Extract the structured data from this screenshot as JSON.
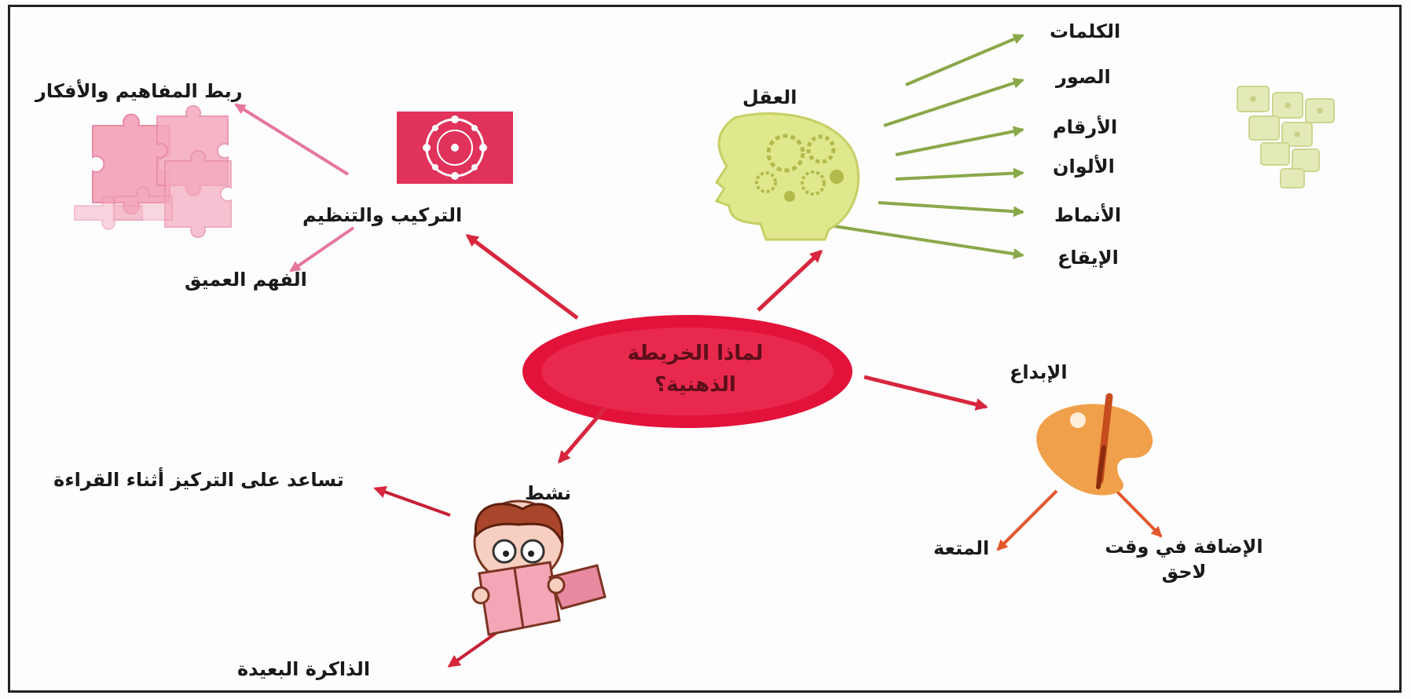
{
  "center": {
    "text": "لماذا الخريطة الذهنية؟"
  },
  "branches": {
    "mind": {
      "label": "العقل",
      "items": [
        "الكلمات",
        "الصور",
        "الأرقام",
        "الألوان",
        "الأنماط",
        "الإيقاع"
      ]
    },
    "synthesis": {
      "label": "التركيب والتنظيم",
      "link": "ربط المفاهيم والأفكار",
      "deep": "الفهم العميق"
    },
    "creativity": {
      "label": "الإبداع",
      "fun": "المتعة",
      "later": "الإضافة في وقت لاحق"
    },
    "active": {
      "label": "نشط",
      "focus": "تساعد على التركيز أثناء القراءة",
      "memory": "الذاكرة البعيدة"
    }
  },
  "colors": {
    "center_fill": "#e3123a",
    "main_arrow": "#d7263d",
    "green_arrow": "#8aa84a",
    "pink_arrow": "#e5779a",
    "orange_arrow": "#e2572b",
    "head": "#dfe88c",
    "palette": "#f0a04a",
    "puzzle": "#f4a9bd"
  },
  "icons": [
    "brain-head-icon",
    "molecule-icon",
    "puzzle-icon",
    "dice-icon",
    "palette-icon",
    "reading-boy-icon"
  ]
}
